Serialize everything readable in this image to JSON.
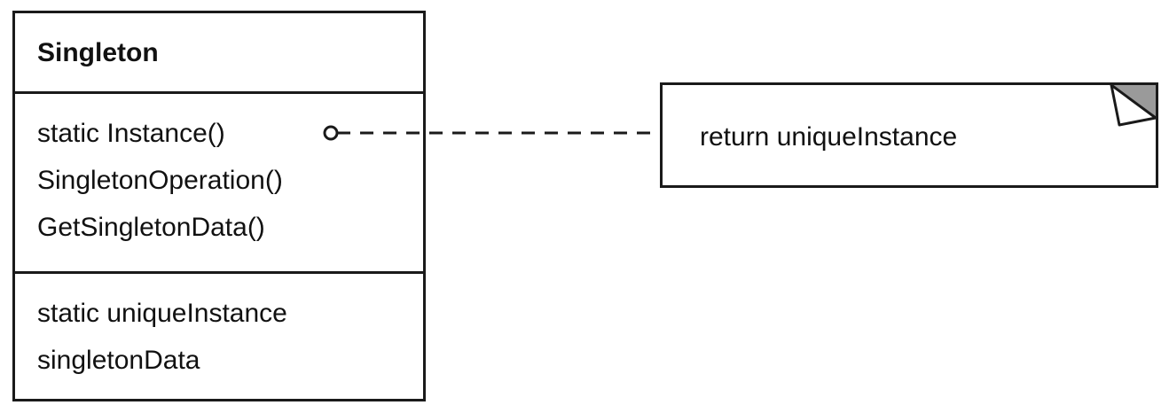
{
  "singleton_class": {
    "name": "Singleton",
    "operations": [
      "static Instance()",
      "SingletonOperation()",
      "GetSingletonData()"
    ],
    "attributes": [
      "static uniqueInstance",
      "singletonData"
    ]
  },
  "note": {
    "text": "return uniqueInstance"
  }
}
